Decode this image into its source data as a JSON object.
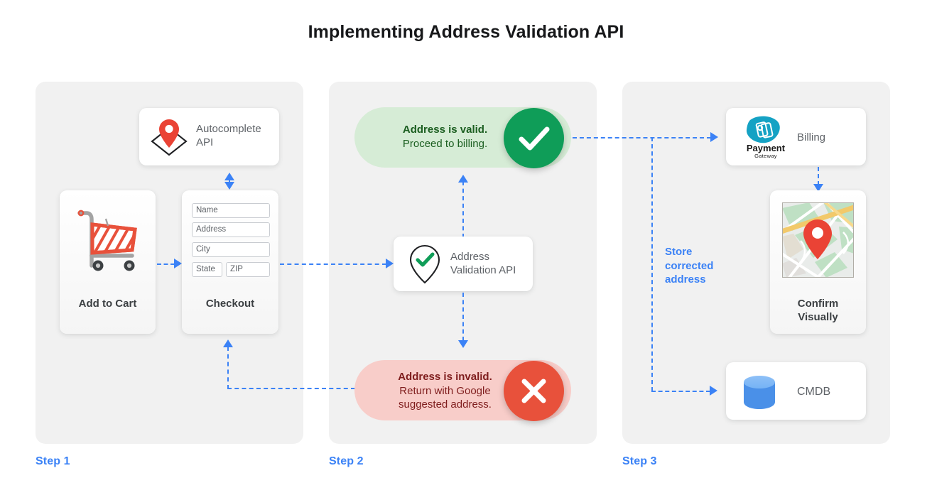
{
  "page": {
    "title": "Implementing Address Validation API",
    "accent_blue": "#3b82f6",
    "panel_bg": "#f1f1f1",
    "valid_green": "#0f9d58",
    "valid_pill_bg": "#d6ecd6",
    "invalid_red": "#e8513b",
    "invalid_pill_bg": "#f8cdc9"
  },
  "steps": [
    {
      "label": "Step 1"
    },
    {
      "label": "Step 2"
    },
    {
      "label": "Step 3"
    }
  ],
  "step1": {
    "autocomplete_card": {
      "icon": "map-pin-diamond-icon",
      "line1": "Autocomplete",
      "line2": "API"
    },
    "cart_card": {
      "icon": "shopping-cart-icon",
      "label": "Add to Cart"
    },
    "checkout_card": {
      "label": "Checkout",
      "fields": [
        {
          "name": "name-field",
          "placeholder": "Name"
        },
        {
          "name": "address-field",
          "placeholder": "Address"
        },
        {
          "name": "city-field",
          "placeholder": "City"
        },
        {
          "name": "state-field",
          "placeholder": "State"
        },
        {
          "name": "zip-field",
          "placeholder": "ZIP"
        }
      ]
    }
  },
  "step2": {
    "valid_pill": {
      "icon": "check-circle-icon",
      "line1": "Address is valid.",
      "line2": "Proceed to billing."
    },
    "validation_card": {
      "icon": "pin-check-icon",
      "line1": "Address",
      "line2": "Validation API"
    },
    "invalid_pill": {
      "icon": "x-circle-icon",
      "line1": "Address is invalid.",
      "line2": "Return with Google",
      "line3": "suggested address."
    }
  },
  "step3": {
    "billing_card": {
      "icon": "payment-gateway-logo-icon",
      "logo_line1": "Payment",
      "logo_line2": "Gateway",
      "label": "Billing"
    },
    "confirm_card": {
      "icon": "map-thumbnail-icon",
      "line1": "Confirm",
      "line2": "Visually"
    },
    "cmdb_card": {
      "icon": "database-cylinder-icon",
      "label": "CMDB"
    },
    "store_note": {
      "line1": "Store",
      "line2": "corrected",
      "line3": "address"
    }
  }
}
